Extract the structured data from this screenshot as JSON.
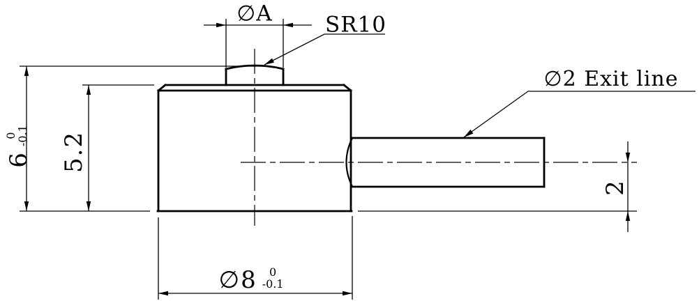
{
  "drawing": {
    "labels": {
      "dia_top": "∅A",
      "sphere_radius": "SR10",
      "exit_line": "∅2 Exit line",
      "total_height": {
        "value": "6",
        "tol_upper": "0",
        "tol_lower": "-0.1"
      },
      "body_height": "5.2",
      "body_dia": {
        "value": "∅8",
        "tol_upper": "0",
        "tol_lower": "-0.1"
      },
      "cable_axis_height": "2"
    },
    "colors": {
      "line": "#000000",
      "background": "#ffffff"
    }
  }
}
